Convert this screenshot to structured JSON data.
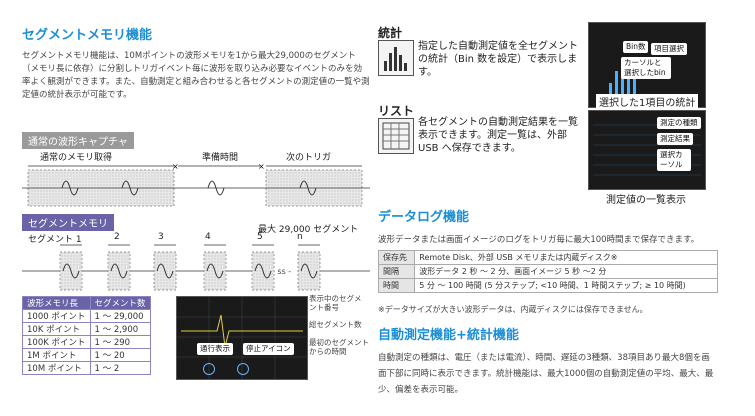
{
  "left": {
    "title": "セグメントメモリ機能",
    "description": "セグメントメモリ機能は、10Mポイントの波形メモリを1から最大29,000のセグメント（メモリ長に依存）に分割しトリガイベント毎に波形を取り込み必要なイベントのみを効率よく観測ができます。また、自動測定と組み合わせると各セグメントの測定値の一覧や測定値の統計表示が可能です。",
    "normal_capture": {
      "header": "通常の波形キャプチャ",
      "label_normal_memory": "通常のメモリ取得",
      "label_prep_time": "準備時間",
      "label_next_trigger": "次のトリガ"
    },
    "segment_memory": {
      "header": "セグメントメモリ",
      "max_label": "最大 29,000 セグメント",
      "segment_labels": [
        "セグメント 1",
        "2",
        "3",
        "4",
        "5",
        "n"
      ],
      "dots": "- ss -"
    },
    "table": {
      "headers": [
        "波形メモリ長",
        "セグメント数"
      ],
      "rows": [
        [
          "1000 ポイント",
          "1 ～ 29,000"
        ],
        [
          "10K ポイント",
          "1 ～ 2,900"
        ],
        [
          "100K ポイント",
          "1 ～ 290"
        ],
        [
          "1M ポイント",
          "1 ～ 20"
        ],
        [
          "10M ポイント",
          "1 ～ 2"
        ]
      ]
    },
    "screen_labels": {
      "play_display": "通行表示",
      "stop_icon": "停止アイコン"
    },
    "side_labels": [
      "表示中のセグメント番号",
      "総セグメント数",
      "最初のセグメントからの時間"
    ]
  },
  "right": {
    "stats": {
      "title": "統計",
      "text": "指定した自動測定値を全セグメントの統計（Bin 数を設定）で表示します。",
      "screen_bubbles": [
        "Bin数",
        "項目選択",
        "カーソルと選択したbin"
      ],
      "caption": "選択した1項目の統計"
    },
    "list": {
      "title": "リスト",
      "text": "各セグメントの自動測定結果を一覧表示できます。測定一覧は、外部 USB へ保存できます。",
      "screen_bubbles": [
        "測定の種類",
        "測定結果",
        "選択カーソル"
      ],
      "caption": "測定値の一覧表示"
    },
    "datalog": {
      "title": "データログ機能",
      "text": "波形データまたは画面イメージのログをトリガ毎に最大100時間まで保存できます。",
      "rows": [
        [
          "保存先",
          "Remote Disk、外部 USB メモリまたは内蔵ディスク※"
        ],
        [
          "間隔",
          "波形データ 2 秒 ～ 2 分、画面イメージ 5 秒 ～2 分"
        ],
        [
          "時間",
          "5 分 ～ 100 時間 (5 分ステップ; <10 時間、1 時間ステップ; ≥ 10 時間)"
        ]
      ],
      "note": "※データサイズが大きい波形データは、内蔵ディスクには保存できません。"
    },
    "auto": {
      "title": "自動測定機能+統計機能",
      "text": "自動測定の種類は、電圧（または電流）、時間、遅延の3種類、38項目あり最大8個を画面下部に同時に表示できます。統計機能は、最大1000個の自動測定値の平均、最大、最少、偏差を表示可能。"
    }
  }
}
